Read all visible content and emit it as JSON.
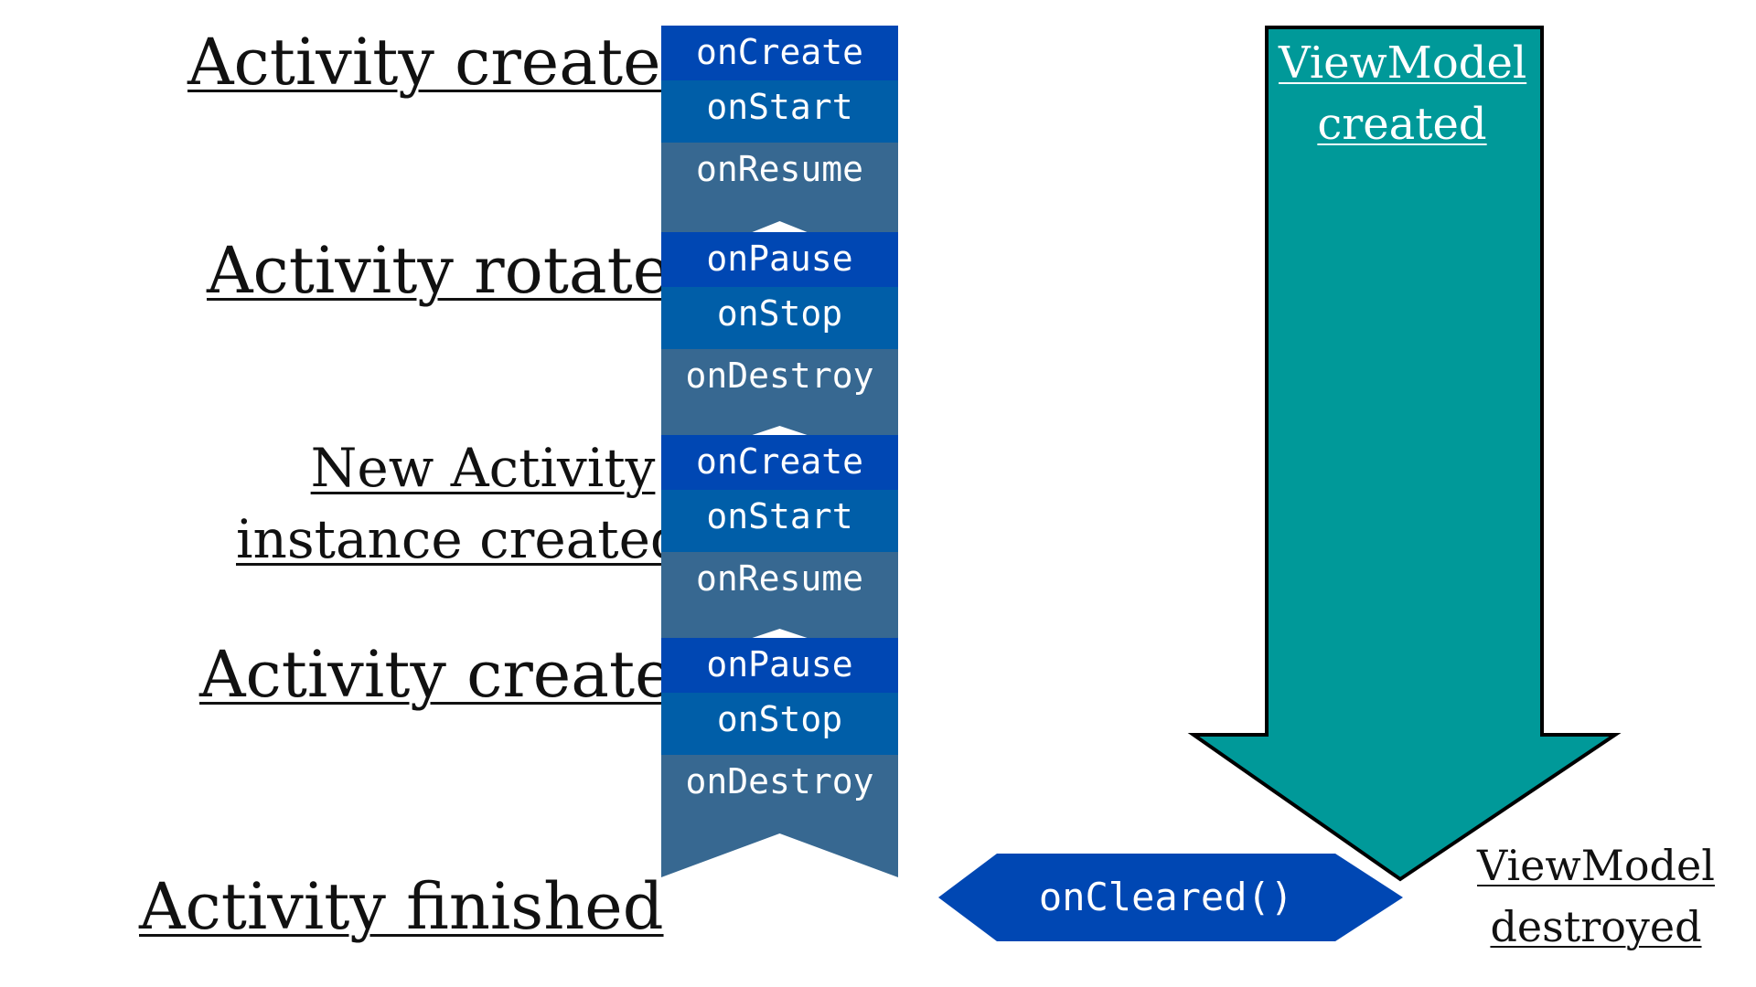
{
  "left_labels": {
    "activity_created_1": "Activity created",
    "activity_rotated": "Activity rotated",
    "new_instance_line1": "New Activity",
    "new_instance_line2": "instance created",
    "activity_created_2": "Activity created",
    "activity_finished": "Activity finished"
  },
  "lifecycle_events": [
    "onCreate",
    "onStart",
    "onResume",
    "onPause",
    "onStop",
    "onDestroy",
    "onCreate",
    "onStart",
    "onResume",
    "onPause",
    "onStop",
    "onDestroy"
  ],
  "viewmodel": {
    "created_line1": "ViewModel",
    "created_line2": "created",
    "destroyed_line1": "ViewModel",
    "destroyed_line2": "destroyed",
    "on_cleared": "onCleared()"
  },
  "colors": {
    "event_primary": "#0047b3",
    "event_secondary": "#005ea8",
    "event_tertiary": "#376891",
    "viewmodel_arrow": "#009999",
    "arrow_outline": "#000000"
  }
}
